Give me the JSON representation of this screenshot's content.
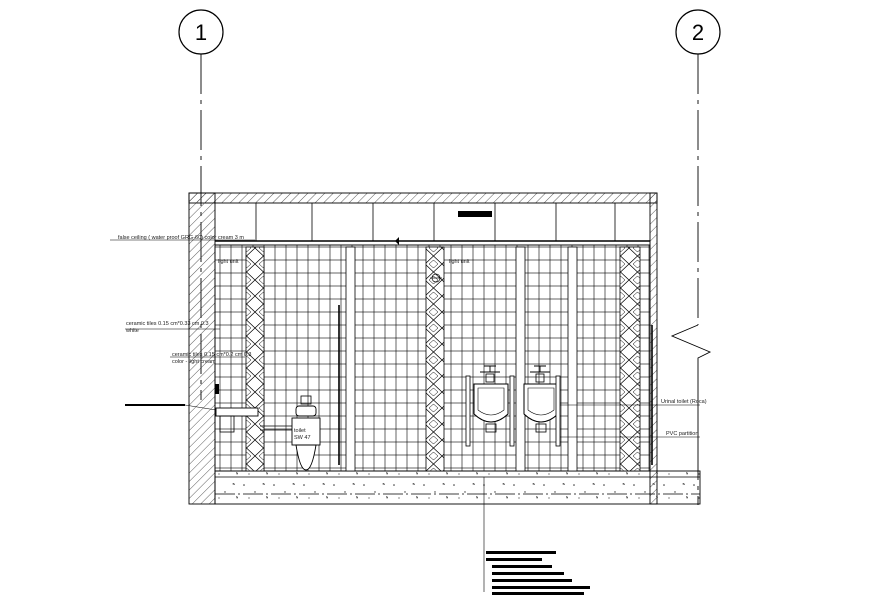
{
  "gridlines": [
    {
      "label": "1"
    },
    {
      "label": "2"
    }
  ],
  "annotations": {
    "false_ceiling": "false ceiling ( water proof GRG-60) color cream 3 m",
    "light_unit_left": "light unit",
    "light_unit_right": "light unit",
    "ceramic_white_line1": "ceramic tiles 0.15 cm*0.33 cm 0.3",
    "ceramic_white_line2": "white",
    "ceramic_cream_line1": "ceramic tiles 0.15 cm*0.2 cm 0.3",
    "ceramic_cream_line2": "color - light cream",
    "toilet_line1": "toilet",
    "toilet_line2": "SW 47",
    "urinal": "Urinal toilet (Roca)",
    "partition": "PVC partition"
  },
  "colors": {
    "line": "#000000",
    "hatch": "#333333",
    "annotation": "#222222"
  }
}
